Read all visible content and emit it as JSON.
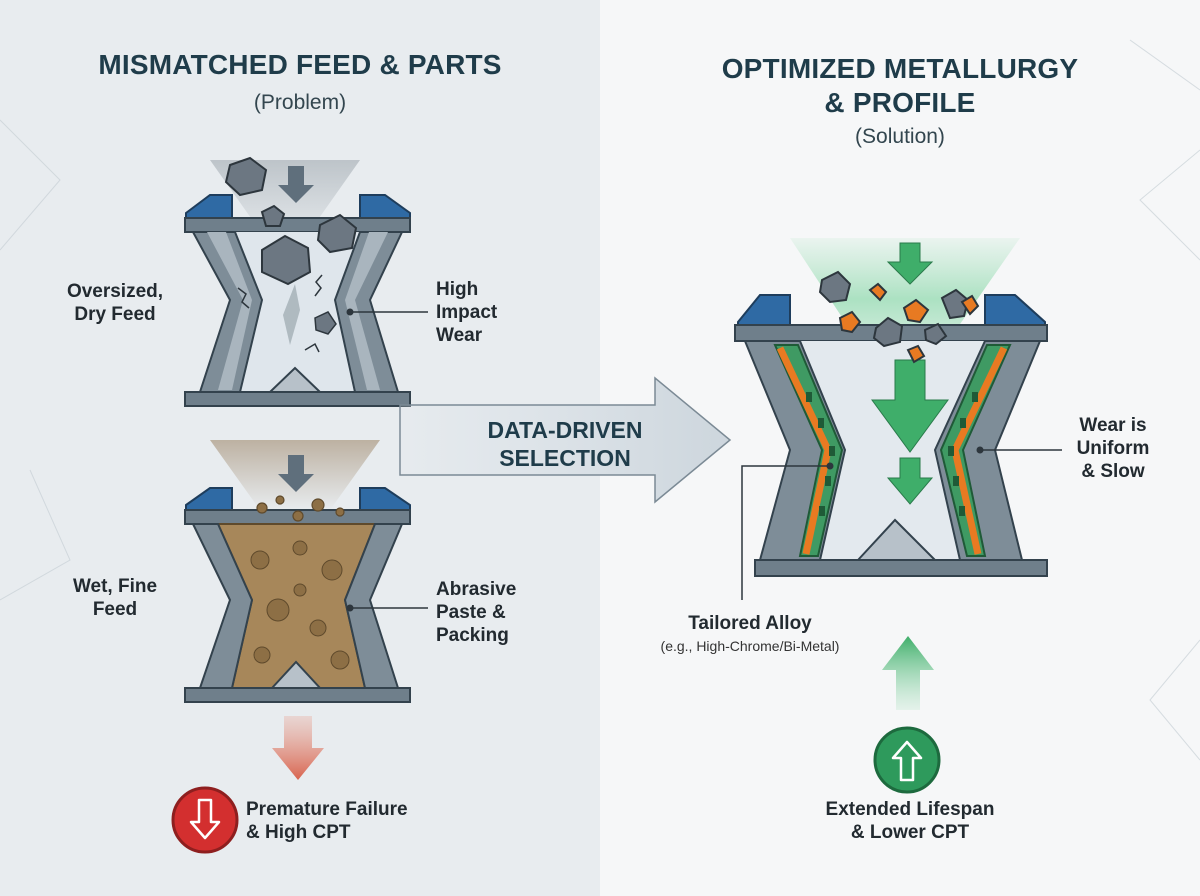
{
  "left": {
    "title": "MISMATCHED FEED & PARTS",
    "subtitle": "(Problem)",
    "top_crusher": {
      "feed_label": "Oversized,\nDry Feed",
      "wear_label": "High\nImpact\nWear"
    },
    "bottom_crusher": {
      "feed_label": "Wet, Fine\nFeed",
      "wear_label": "Abrasive\nPaste &\nPacking"
    },
    "result": {
      "label": "Premature Failure\n& High CPT",
      "icon": "down-arrow-circle-icon",
      "color": "#d32f2f"
    }
  },
  "middle_arrow": {
    "label": "DATA-DRIVEN\nSELECTION"
  },
  "right": {
    "title": "OPTIMIZED METALLURGY\n& PROFILE",
    "subtitle": "(Solution)",
    "crusher": {
      "wear_label": "Wear is\nUniform\n& Slow",
      "alloy_label": "Tailored Alloy",
      "alloy_note": "(e.g., High-Chrome/Bi-Metal)"
    },
    "result": {
      "label": "Extended Lifespan\n& Lower CPT",
      "icon": "up-arrow-circle-icon",
      "color": "#2e9a5c"
    }
  },
  "colors": {
    "steel": "#5f6f7c",
    "steel_light": "#a9b5be",
    "accent_blue": "#2f6aa4",
    "alloy_orange": "#e87a22",
    "liner_green": "#3f9a63",
    "mud": "#a7875a"
  }
}
